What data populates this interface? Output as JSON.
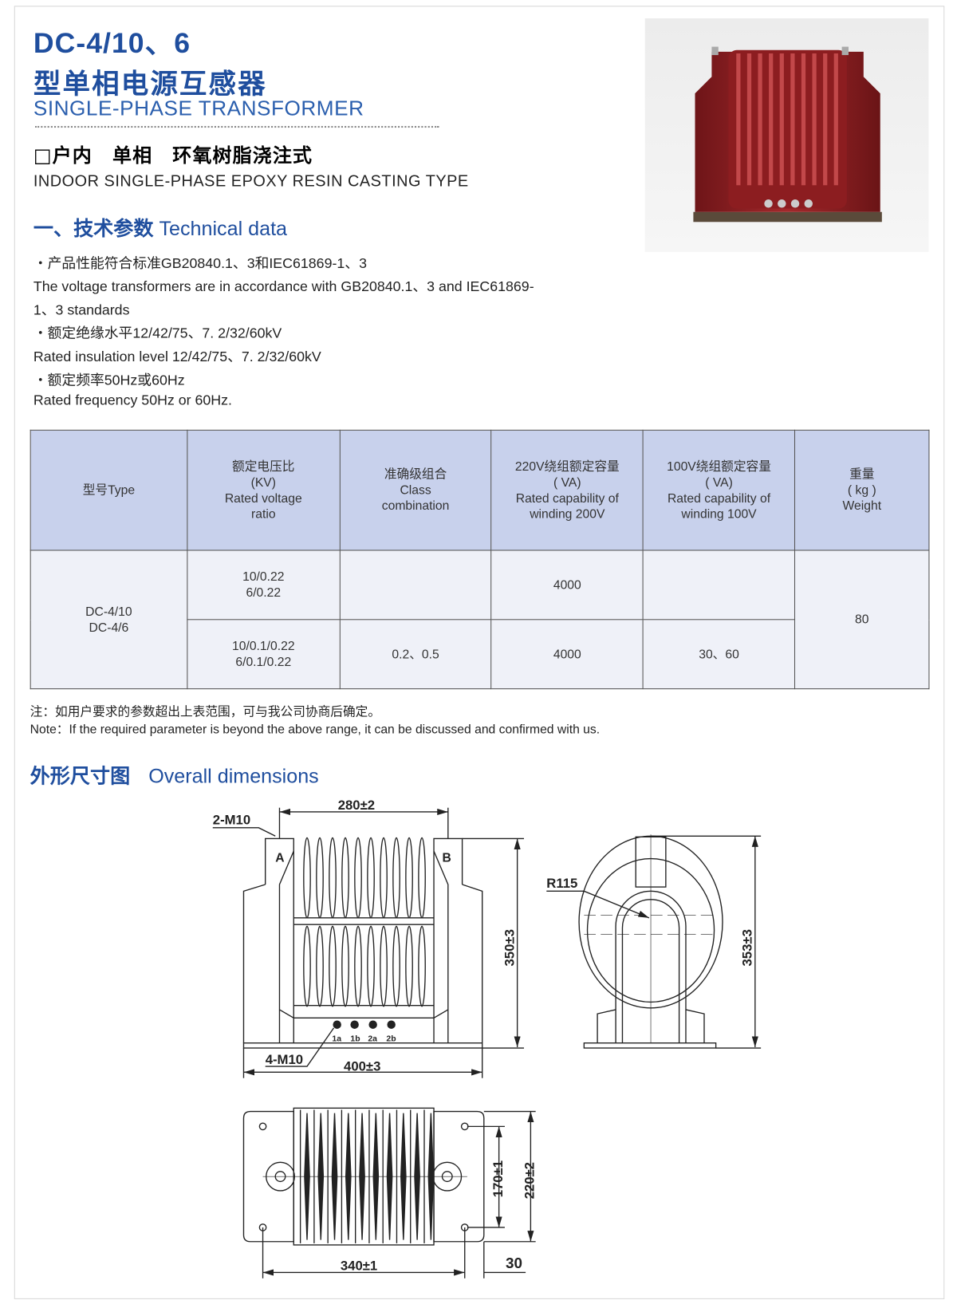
{
  "header": {
    "model": "DC-4/10、6",
    "title_cn": "型单相电源互感器",
    "title_en": "SINGLE-PHASE TRANSFORMER",
    "type_cn": "□户内　单相　环氧树脂浇注式",
    "type_en": "INDOOR  SINGLE-PHASE EPOXY RESIN CASTING TYPE"
  },
  "section1": {
    "heading_cn": "一、技术参数",
    "heading_en": "Technical data",
    "lines": [
      "・产品性能符合标准GB20840.1、3和IEC61869-1、3",
      "The voltage transformers are in accordance with GB20840.1、3 and IEC61869-",
      "1、3 standards",
      "・额定绝缘水平12/42/75、7. 2/32/60kV",
      "Rated insulation level 12/42/75、7. 2/32/60kV",
      "・额定频率50Hz或60Hz",
      "Rated frequency 50Hz or 60Hz."
    ]
  },
  "table": {
    "headers": [
      [
        "型号Type"
      ],
      [
        "额定电压比",
        "(KV)",
        "Rated voltage",
        "ratio"
      ],
      [
        "准确级组合",
        "Class",
        "combination"
      ],
      [
        "220V绕组额定容量",
        "( VA)",
        "Rated capability of",
        "winding 200V"
      ],
      [
        "100V绕组额定容量",
        "( VA)",
        "Rated capability of",
        "winding 100V"
      ],
      [
        "重量",
        "( kg )",
        "Weight"
      ]
    ],
    "model": [
      "DC-4/10",
      "DC-4/6"
    ],
    "rows": [
      {
        "ratio": [
          "10/0.22",
          "6/0.22"
        ],
        "class": "",
        "cap220": "4000",
        "cap100": ""
      },
      {
        "ratio": [
          "10/0.1/0.22",
          "6/0.1/0.22"
        ],
        "class": "0.2、0.5",
        "cap220": "4000",
        "cap100": "30、60"
      }
    ],
    "weight": "80"
  },
  "note": {
    "cn": "注：如用户要求的参数超出上表范围，可与我公司协商后确定。",
    "en": "Note：If the required parameter is beyond the above range, it can be discussed and confirmed with us."
  },
  "section2": {
    "heading_cn": "外形尺寸图",
    "heading_en": "Overall dimensions"
  },
  "drawing": {
    "dim_top": "280±2",
    "bolt_top": "2-M10",
    "label_a": "A",
    "label_b": "B",
    "dim_height_front": "350±3",
    "dim_width_front": "400±3",
    "bolt_bottom": "4-M10",
    "terminals": [
      "1a",
      "1b",
      "2a",
      "2b"
    ],
    "radius": "R115",
    "dim_height_side": "353±3",
    "dim_170": "170±1",
    "dim_220": "220±2",
    "dim_340": "340±1",
    "dim_30": "30"
  },
  "colors": {
    "brand_blue": "#1f4e9e",
    "header_bg": "#c8d1ec",
    "body_bg": "#eff1f8",
    "product_red": "#8e1f22"
  }
}
